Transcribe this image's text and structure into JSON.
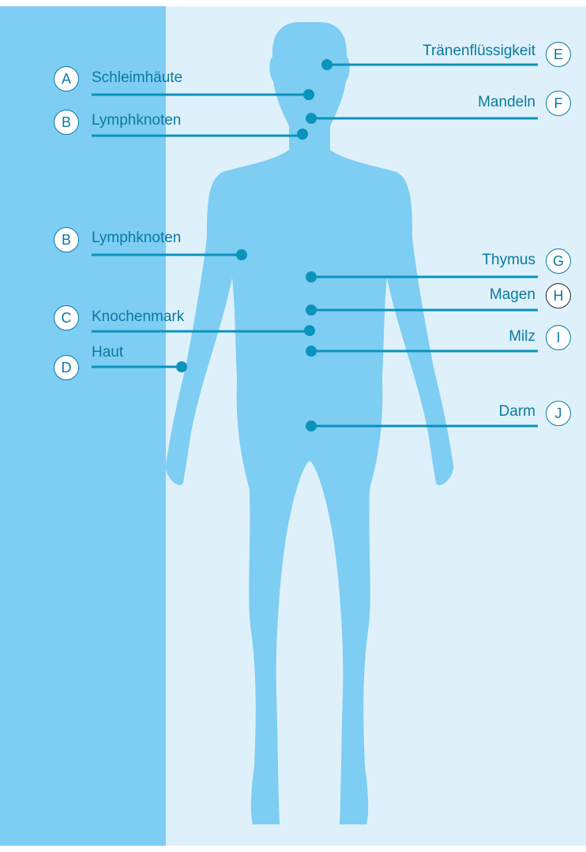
{
  "colors": {
    "left_panel": "#7ecdf3",
    "right_panel": "#def1fb",
    "body_silhouette": "#7ecdf3",
    "accent": "#0a93bb",
    "label_text": "#0a7aa0"
  },
  "callouts": [
    {
      "letter": "A",
      "label": "Schleimhäute"
    },
    {
      "letter": "B",
      "label": "Lymphknoten"
    },
    {
      "letter": "B",
      "label": "Lymphknoten"
    },
    {
      "letter": "C",
      "label": "Knochenmark"
    },
    {
      "letter": "D",
      "label": "Haut"
    },
    {
      "letter": "E",
      "label": "Tränenflüssigkeit"
    },
    {
      "letter": "F",
      "label": "Mandeln"
    },
    {
      "letter": "G",
      "label": "Thymus"
    },
    {
      "letter": "H",
      "label": "Magen"
    },
    {
      "letter": "I",
      "label": "Milz"
    },
    {
      "letter": "J",
      "label": "Darm"
    }
  ]
}
